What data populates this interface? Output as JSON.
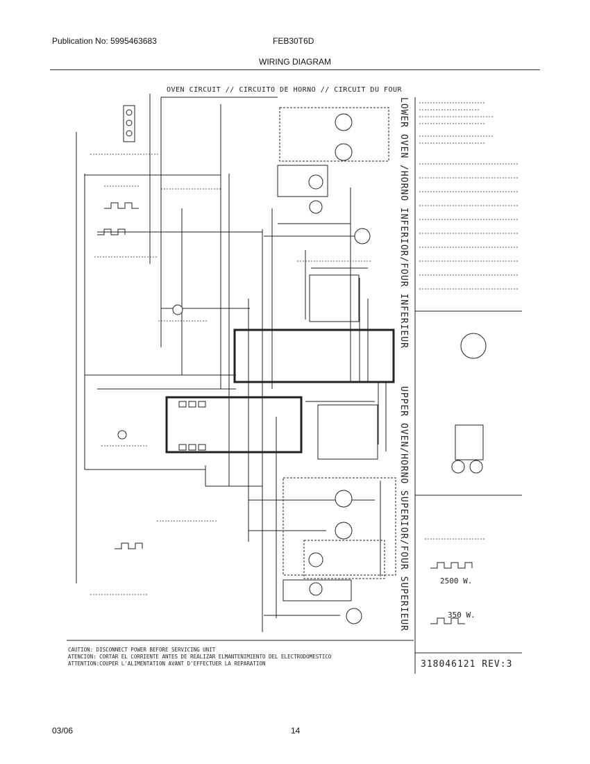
{
  "header": {
    "publication": "Publication No: 5995463683",
    "model": "FEB30T6D",
    "title": "WIRING DIAGRAM"
  },
  "diagram": {
    "circuit_title": "OVEN CIRCUIT // CIRCUITO DE HORNO // CIRCUIT DU FOUR",
    "lower_oven_label": "LOWER OVEN /HORNO INFERIOR/FOUR INFERIEUR",
    "upper_oven_label": "UPPER OVEN/HORNO SUPERIOR/FOUR SUPERIEUR",
    "caution_lines": [
      "CAUTION: DISCONNECT POWER BEFORE SERVICING UNIT",
      "ATENCION: CORTAR EL CORRIENTE ANTES DE REALIZAR ELMANTENIMIENTO DEL ELECTRODOMESTICO",
      "ATTENTION:COUPER L'ALIMENTATION AVANT D'EFFECTUER LA REPARATION"
    ],
    "part_number": "318046121 REV:3",
    "watt_2500": "2500 W.",
    "watt_350": "350 W."
  },
  "footer": {
    "date": "03/06",
    "page": "14"
  }
}
